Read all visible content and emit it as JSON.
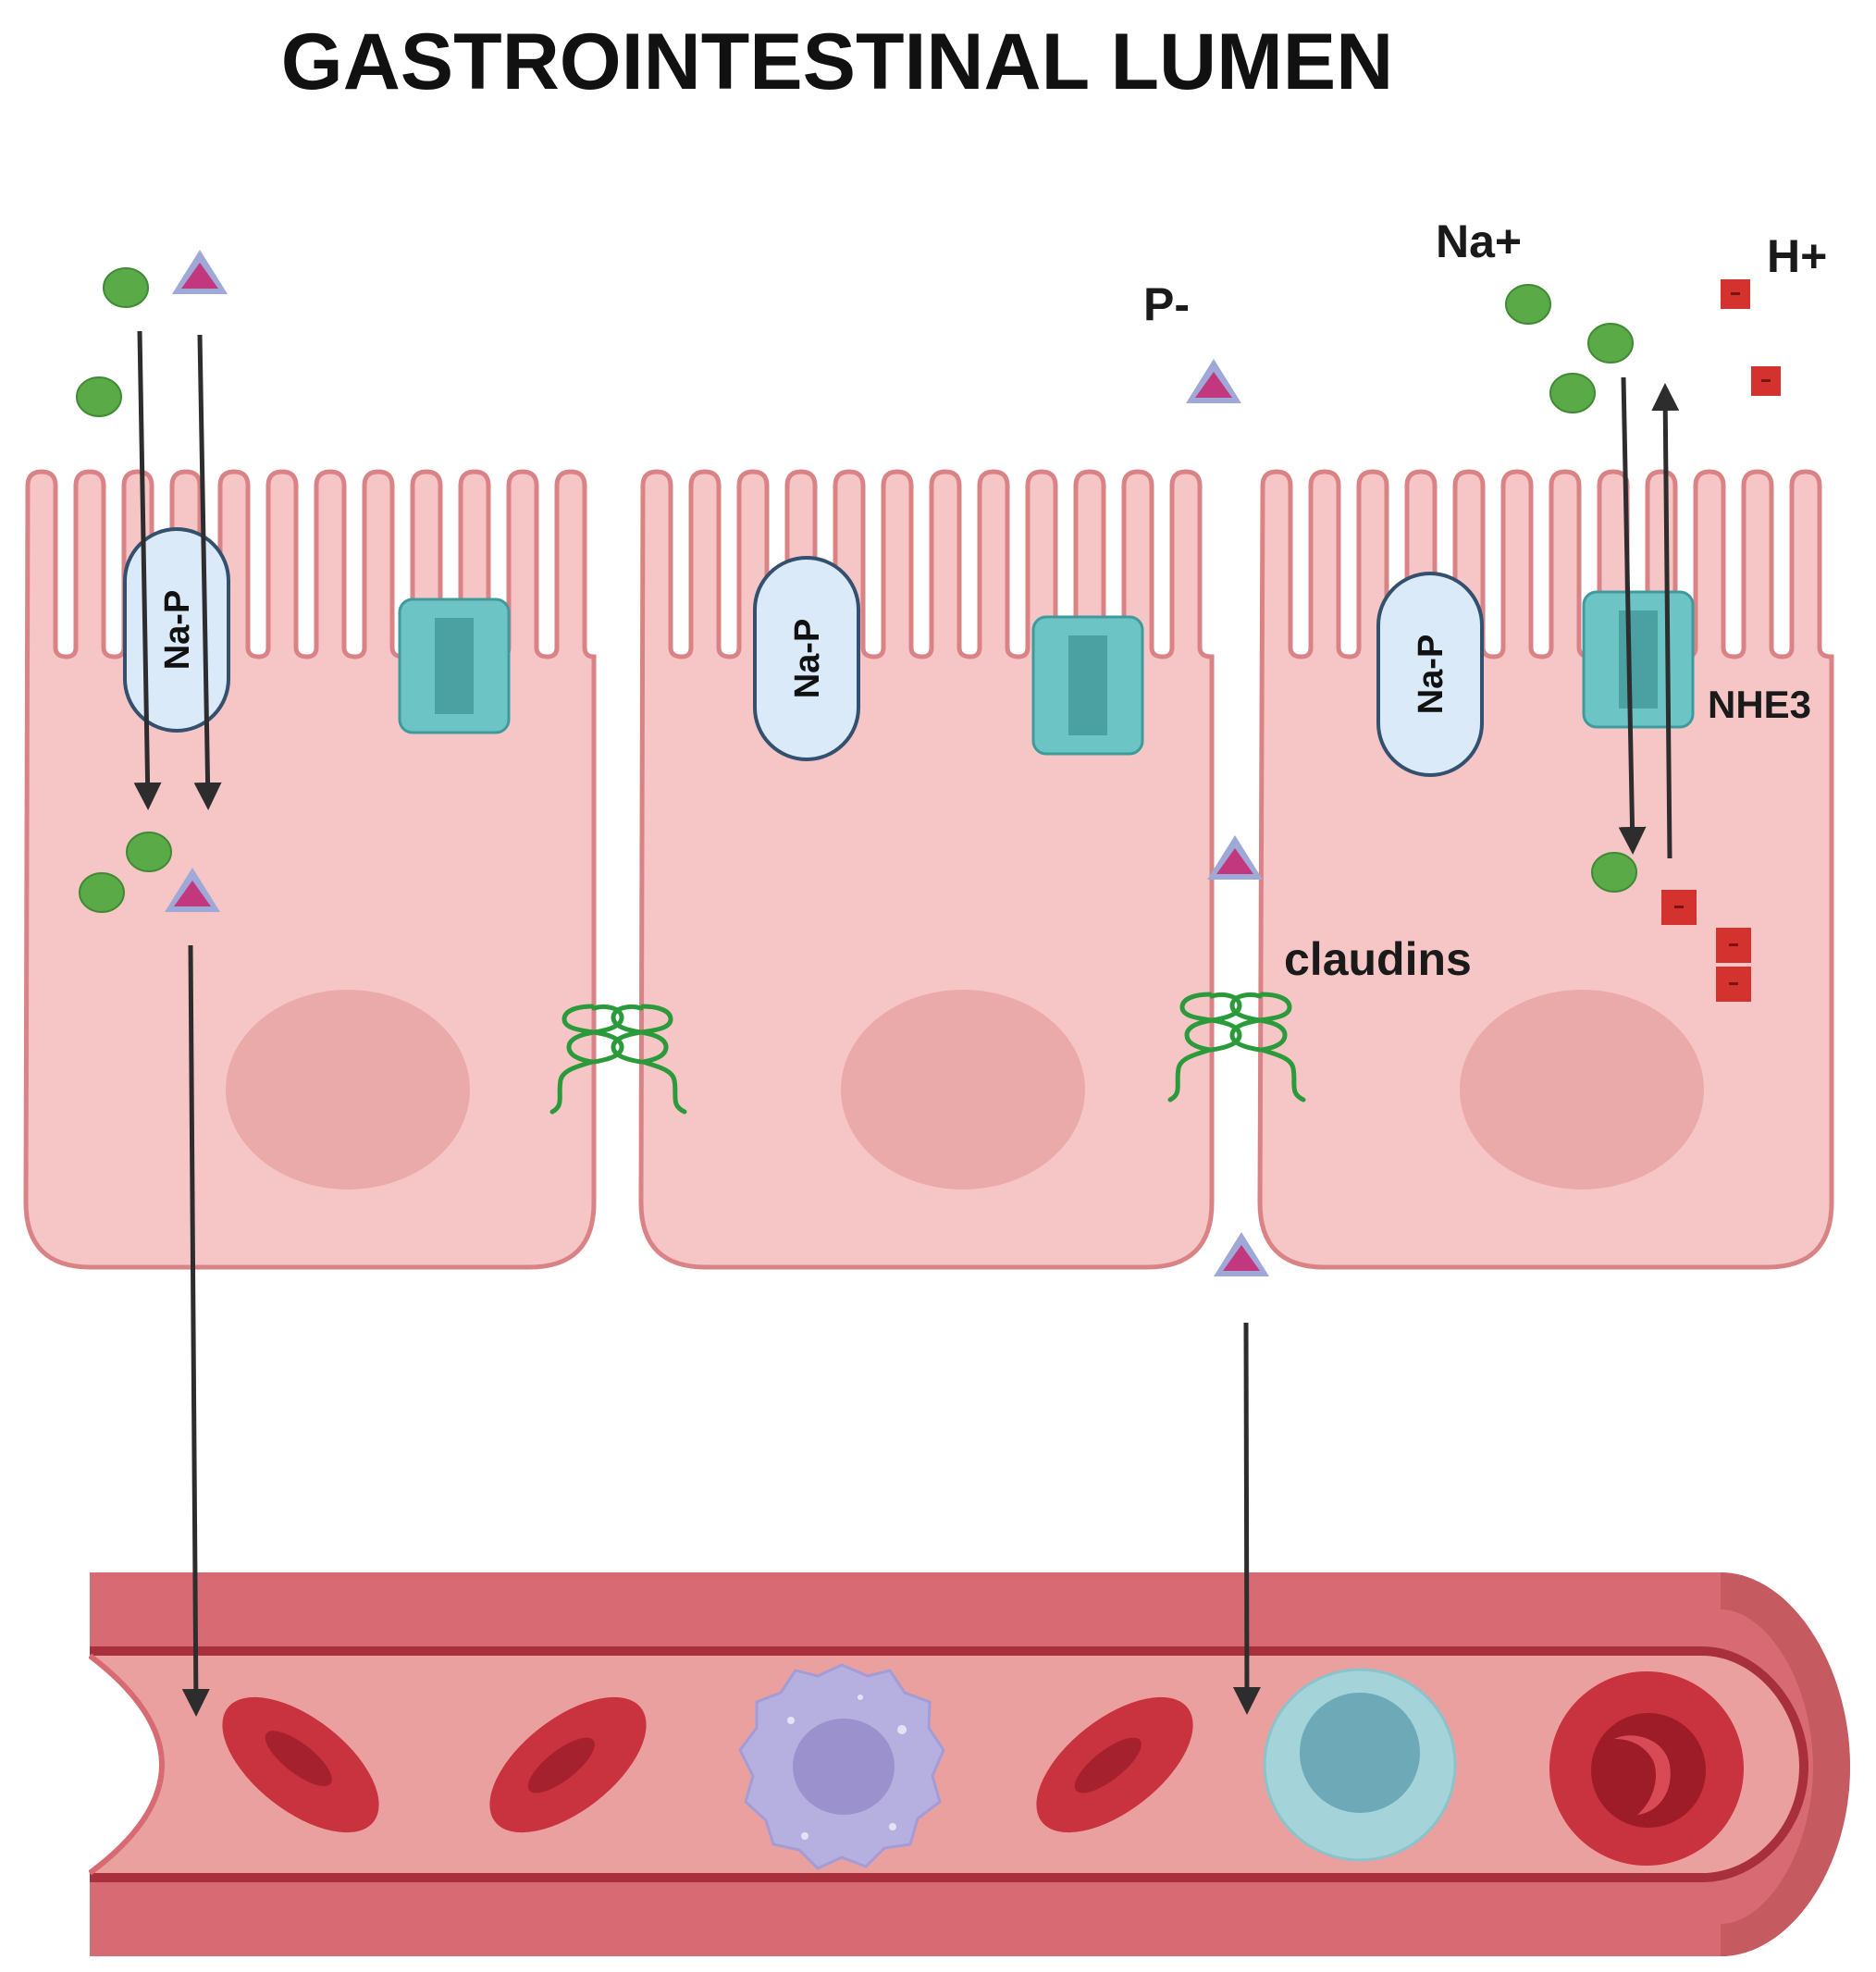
{
  "title": "GASTROINTESTINAL LUMEN",
  "labels": {
    "sodium": "Na+",
    "hydrogen": "H+",
    "phosphate": "P-",
    "nhe3": "NHE3",
    "claudins": "claudins"
  },
  "transporters": {
    "na_p_label": "Na-P",
    "count": 3
  },
  "colors": {
    "cell_fill": "#f6c6c7",
    "cell_outline": "#d98387",
    "nucleus": "#ebaaaa",
    "na_p_fill": "#dbeaf8",
    "na_p_outline": "#33506e",
    "nhe3_light": "#6cc4c4",
    "nhe3_dark": "#4ba0a2",
    "sodium_ion": "#5aaa48",
    "phosphate_ion": "#c2387e",
    "phosphate_border": "#9fa9d8",
    "hydrogen_ion": "#d3322e",
    "claudin": "#2b9a3a",
    "vessel_wall": "#d76a72",
    "vessel_lumen": "#eba0a0",
    "red_blood_cell": "#c9323f",
    "white_blood_cell": "#b6b0e0",
    "lymphocyte": "#a4d3d9",
    "arrow": "#2d2d2d"
  }
}
